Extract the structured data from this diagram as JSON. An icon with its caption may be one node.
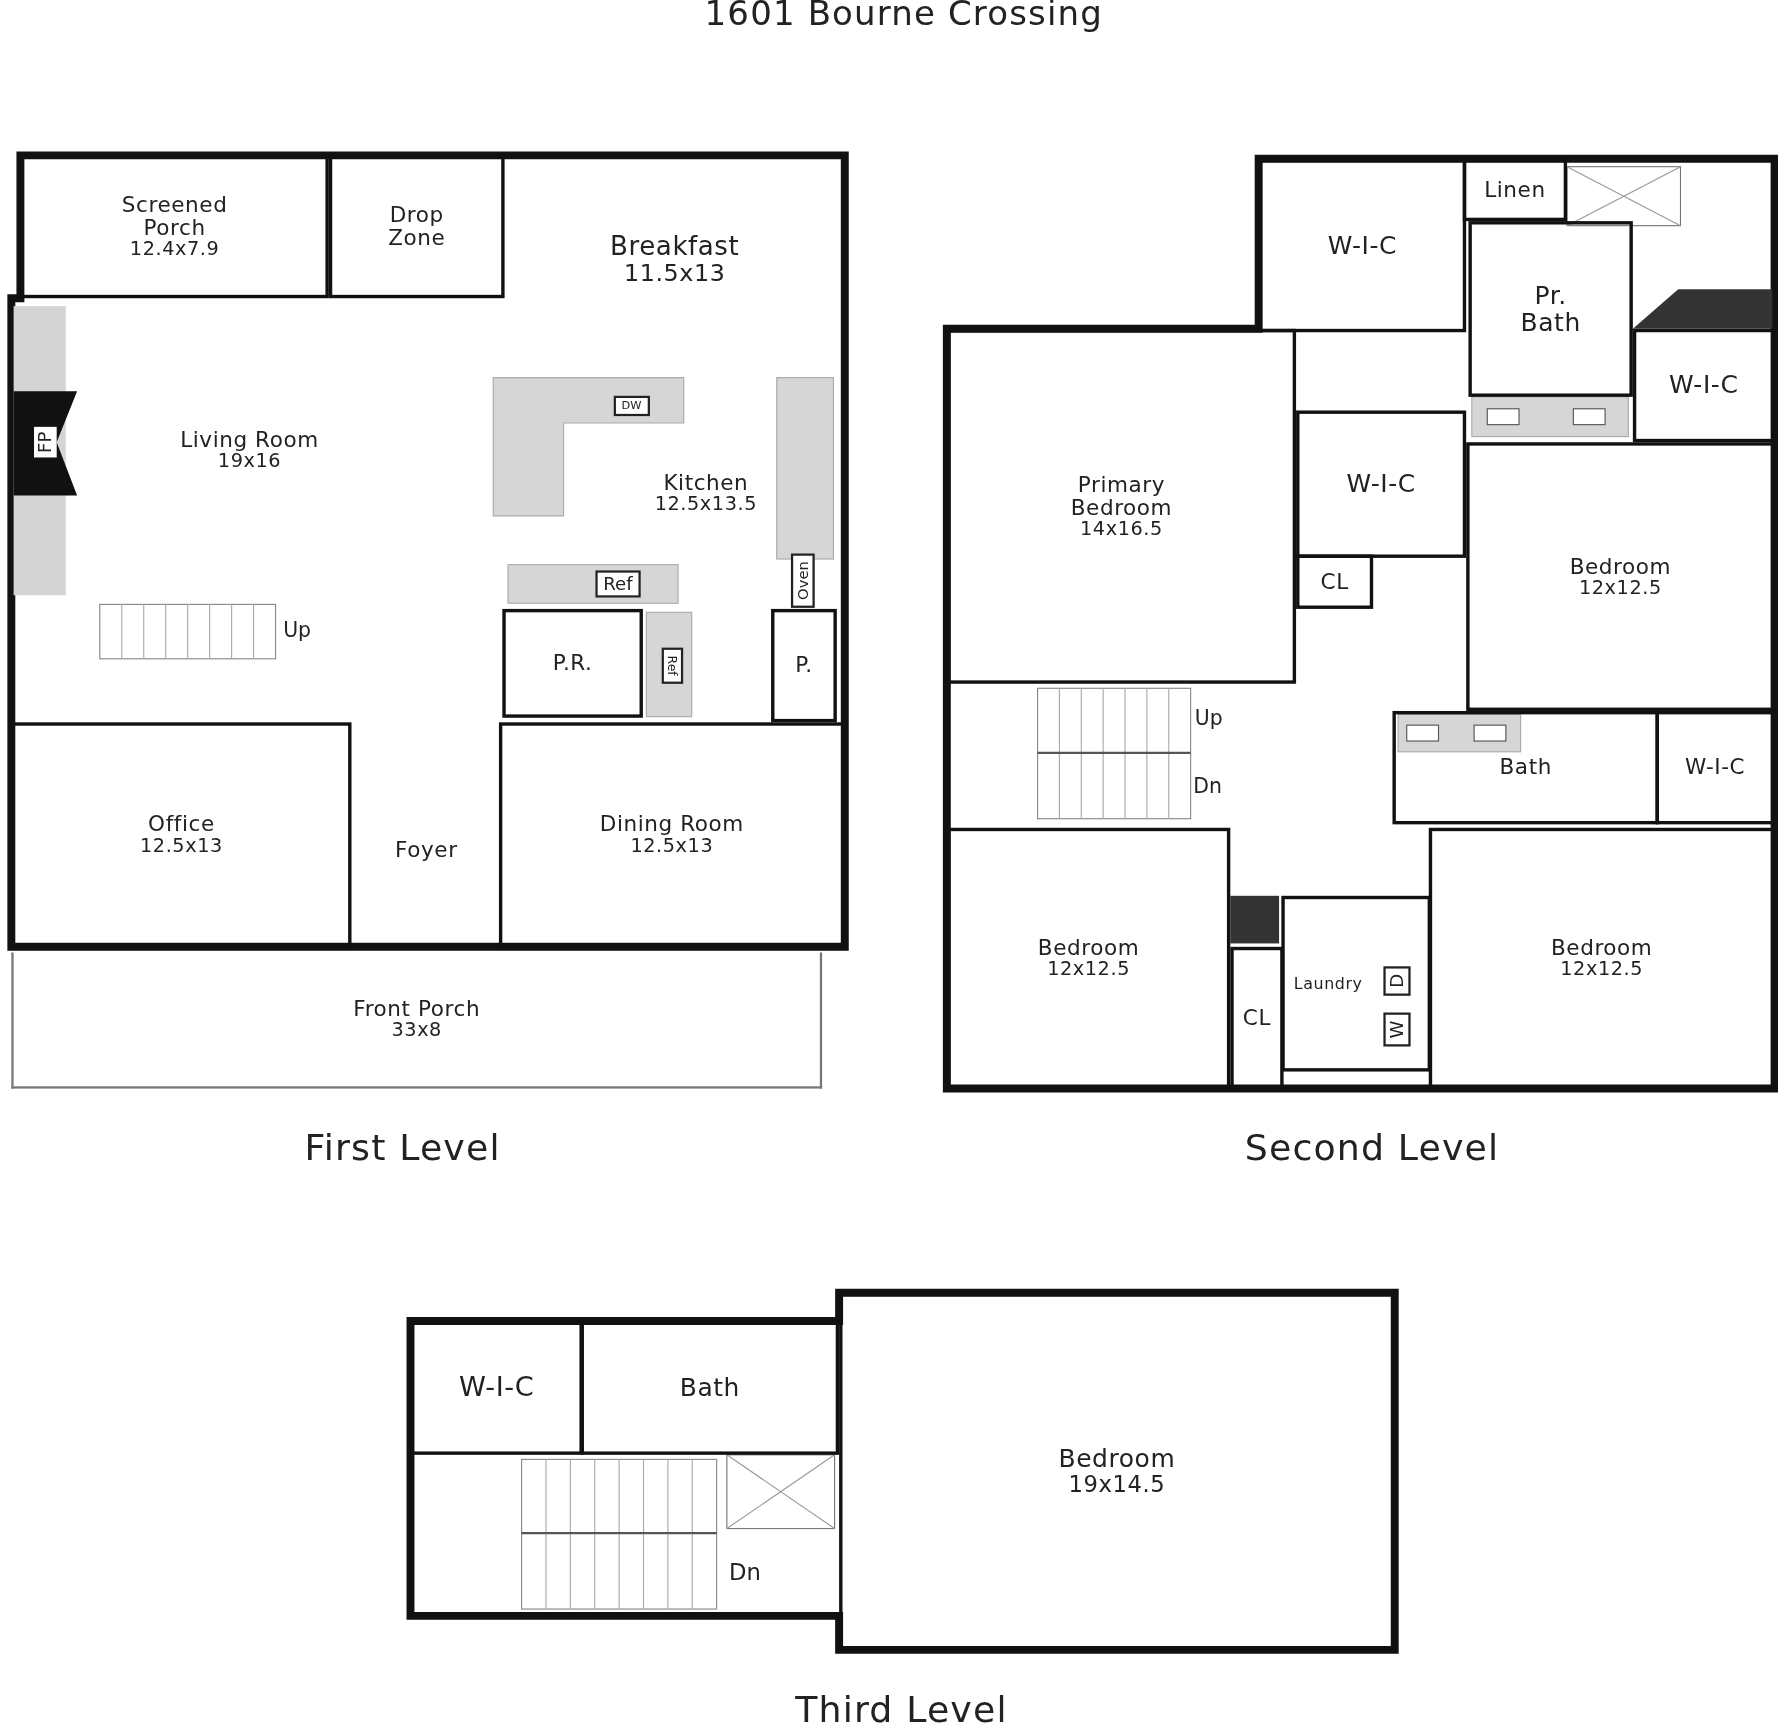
{
  "diagram": {
    "title": "1601 Bourne Crossing",
    "nodes": [
      {
        "text": [
          "Screened Porch",
          "12.4x7.9"
        ]
      },
      {
        "text": [
          "Drop Zone"
        ]
      },
      {
        "text": [
          "Breakfast",
          "11.5x13"
        ]
      },
      {
        "text": [
          "Living Room",
          "19x16"
        ]
      },
      {
        "text": [
          "Kitchen",
          "12.5x13.5"
        ]
      },
      {
        "text": [
          "P.R."
        ]
      },
      {
        "text": [
          "P."
        ]
      },
      {
        "text": [
          "Office",
          "12.5x13"
        ]
      },
      {
        "text": [
          "Foyer"
        ]
      },
      {
        "text": [
          "Dining Room",
          "12.5x13"
        ]
      },
      {
        "text": [
          "Front Porch",
          "33x8"
        ]
      },
      {
        "text": [
          "W-I-C"
        ]
      },
      {
        "text": [
          "Linen"
        ]
      },
      {
        "text": [
          "Pr. Bath"
        ]
      },
      {
        "text": [
          "W-I-C"
        ]
      },
      {
        "text": [
          "Primary Bedroom",
          "14x16.5"
        ]
      },
      {
        "text": [
          "W-I-C"
        ]
      },
      {
        "text": [
          "CL"
        ]
      },
      {
        "text": [
          "Bedroom",
          "12x12.5"
        ]
      },
      {
        "text": [
          "Bath"
        ]
      },
      {
        "text": [
          "W-I-C"
        ]
      },
      {
        "text": [
          "Bedroom",
          "12x12.5"
        ]
      },
      {
        "text": [
          "Laundry"
        ]
      },
      {
        "text": [
          "CL"
        ]
      },
      {
        "text": [
          "Bedroom",
          "12x12.5"
        ]
      },
      {
        "text": [
          "W-I-C"
        ]
      },
      {
        "text": [
          "Bath"
        ]
      },
      {
        "text": [
          "Bedroom",
          "19x14.5"
        ]
      }
    ],
    "labels": [
      "FP",
      "DW",
      "Ref",
      "Oven",
      "Up",
      "Ref",
      "Up",
      "Dn",
      "D",
      "W",
      "First Level",
      "Second Level",
      "Dn",
      "Third Level"
    ]
  }
}
